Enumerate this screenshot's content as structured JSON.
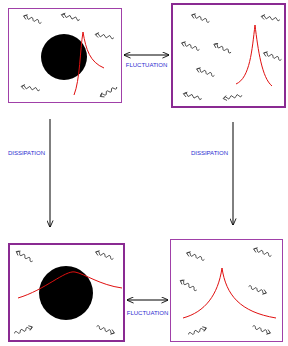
{
  "diagram": {
    "nodes": [
      {
        "text": []
      },
      {
        "text": []
      },
      {
        "text": []
      },
      {
        "text": []
      }
    ],
    "edges": [
      {
        "from": 0,
        "to": 1,
        "arrow": "both",
        "label": "FLUCTUATION"
      },
      {
        "from": 0,
        "to": 2,
        "arrow": "to",
        "label": "DISSIPATION"
      },
      {
        "from": 1,
        "to": 3,
        "arrow": "to",
        "label": "DISSIPATION"
      },
      {
        "from": 2,
        "to": 3,
        "arrow": "both",
        "label": "FLUCTUATION"
      }
    ]
  }
}
